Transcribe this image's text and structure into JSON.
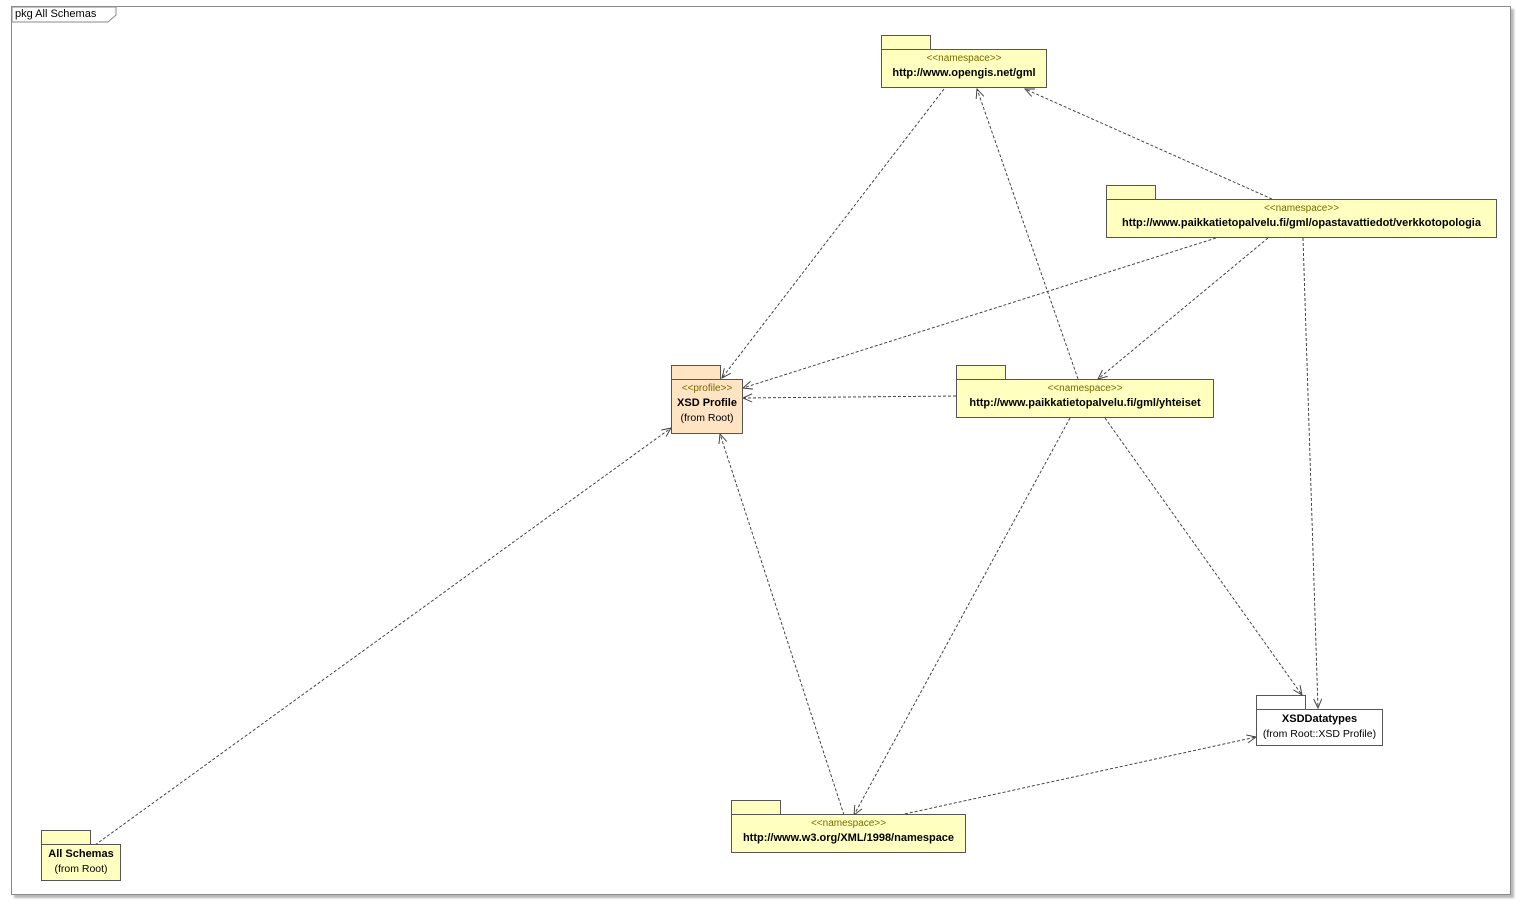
{
  "frame": {
    "label": "pkg All Schemas"
  },
  "packages": [
    {
      "id": "gml",
      "stereotype": "<<namespace>>",
      "name": "http://www.opengis.net/gml",
      "from": ""
    },
    {
      "id": "verkko",
      "stereotype": "<<namespace>>",
      "name": "http://www.paikkatietopalvelu.fi/gml/opastavattiedot/verkkotopologia",
      "from": ""
    },
    {
      "id": "xsdprofile",
      "stereotype": "<<profile>>",
      "name": "XSD Profile",
      "from": "(from Root)"
    },
    {
      "id": "yhteiset",
      "stereotype": "<<namespace>>",
      "name": "http://www.paikkatietopalvelu.fi/gml/yhteiset",
      "from": ""
    },
    {
      "id": "xsddatatypes",
      "stereotype": "",
      "name": "XSDDatatypes",
      "from": "(from Root::XSD Profile)"
    },
    {
      "id": "xmlns",
      "stereotype": "<<namespace>>",
      "name": "http://www.w3.org/XML/1998/namespace",
      "from": ""
    },
    {
      "id": "allschemas",
      "stereotype": "",
      "name": "All Schemas",
      "from": "(from Root)"
    }
  ],
  "dependencies": [
    [
      "gml",
      "xsdprofile"
    ],
    [
      "verkko",
      "gml"
    ],
    [
      "verkko",
      "xsdprofile"
    ],
    [
      "verkko",
      "yhteiset"
    ],
    [
      "verkko",
      "xsddatatypes"
    ],
    [
      "yhteiset",
      "gml"
    ],
    [
      "yhteiset",
      "xsdprofile"
    ],
    [
      "yhteiset",
      "xmlns"
    ],
    [
      "yhteiset",
      "xsddatatypes"
    ],
    [
      "xmlns",
      "xsdprofile"
    ],
    [
      "xmlns",
      "xsddatatypes"
    ],
    [
      "allschemas",
      "xsdprofile"
    ]
  ]
}
